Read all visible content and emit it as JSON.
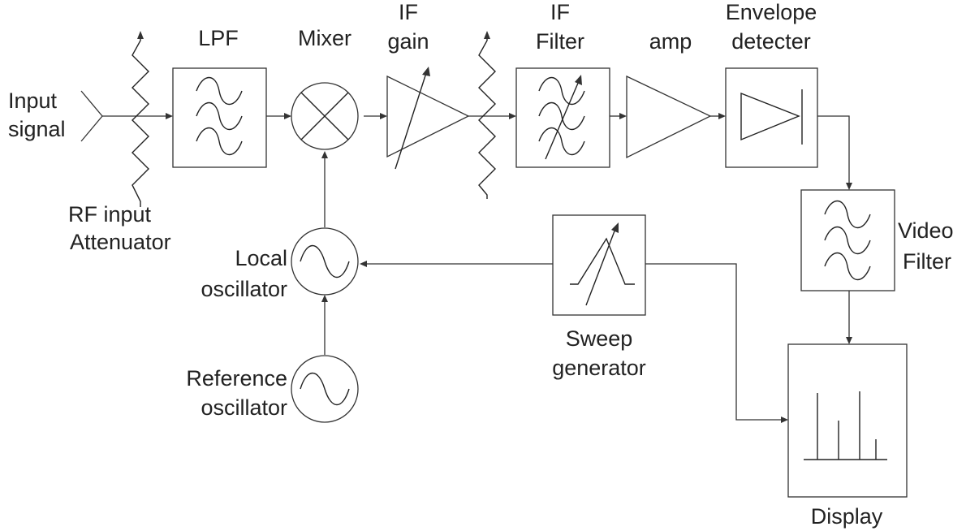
{
  "labels": {
    "input_signal": [
      "Input",
      "signal"
    ],
    "rf_attenuator": [
      "RF input",
      "Attenuator"
    ],
    "lpf": "LPF",
    "mixer": "Mixer",
    "if_gain": [
      "IF",
      "gain"
    ],
    "if_filter": [
      "IF",
      "Filter"
    ],
    "amp": "amp",
    "envelope_detector": [
      "Envelope",
      "detecter"
    ],
    "video_filter": [
      "Video",
      "Filter"
    ],
    "local_oscillator": [
      "Local",
      "oscillator"
    ],
    "reference_oscillator": [
      "Reference",
      "oscillator"
    ],
    "sweep_generator": [
      "Sweep",
      "generator"
    ],
    "display": "Display"
  },
  "colors": {
    "line": "#333333",
    "text": "#222222",
    "background": "#ffffff"
  },
  "icons": {
    "filter_symbol": "three-tilde-filter-icon",
    "mixer_symbol": "circle-x-mixer-icon",
    "oscillator_symbol": "sine-wave-circle-icon",
    "amplifier_symbol": "triangle-amplifier-icon",
    "detector_symbol": "diode-icon",
    "sweep_symbol": "ramp-wave-icon",
    "display_symbol": "spectrum-lines-icon"
  }
}
